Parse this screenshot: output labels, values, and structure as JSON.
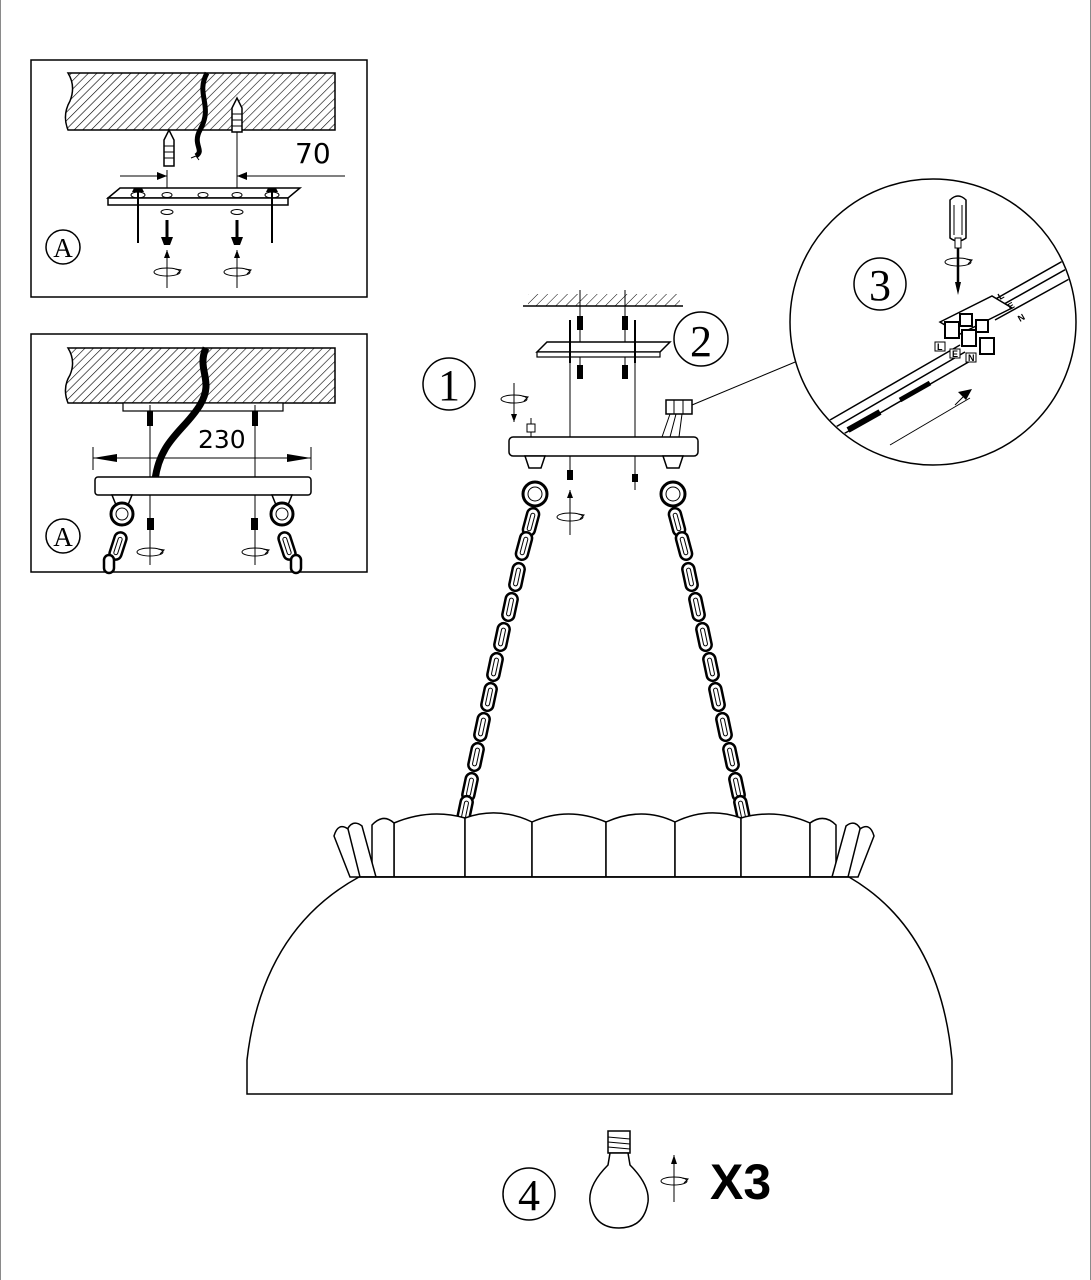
{
  "colors": {
    "ink": "#000000",
    "paper": "#ffffff",
    "border": "#8a8a8a"
  },
  "detail_top": {
    "marker": "A",
    "dimension": "70"
  },
  "detail_bottom": {
    "marker": "A",
    "dimension": "230"
  },
  "steps": {
    "step1": "1",
    "step2": "2",
    "step3": "3",
    "step4": "4"
  },
  "wire_labels": [
    "L",
    "E",
    "N"
  ],
  "bulb": {
    "quantity": "X3"
  },
  "icons": [
    "screw-anchor-icon",
    "screwdriver-icon",
    "rotation-arrow-icon",
    "light-bulb-icon",
    "terminal-block-icon",
    "chain-icon"
  ]
}
